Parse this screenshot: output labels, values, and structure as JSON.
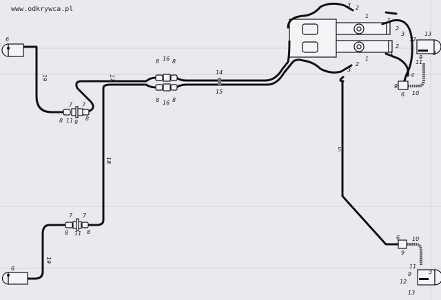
{
  "watermark": "www.odkrywca.pl",
  "diagram": {
    "title": "Brake hydraulic lines schematic",
    "labels": {
      "p1": "1",
      "p2": "2",
      "p3": "3",
      "p4": "4",
      "p5": "5",
      "p6": "6",
      "p7": "7",
      "p8": "8",
      "p9": "9",
      "p10": "10",
      "p11": "11",
      "p12": "12",
      "p13": "13",
      "p14": "14",
      "p15": "15",
      "p16": "16",
      "p17": "17",
      "p18": "18",
      "p19": "19"
    }
  }
}
